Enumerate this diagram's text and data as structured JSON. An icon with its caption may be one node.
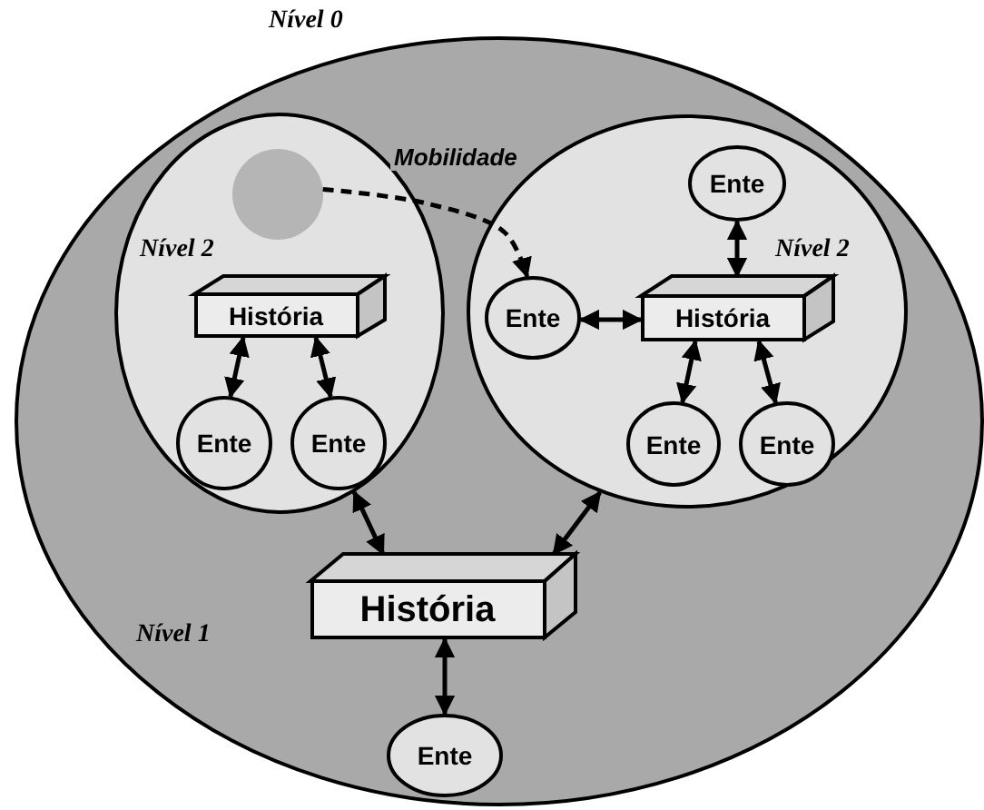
{
  "diagram": {
    "nodes": [
      {
        "text": [
          "Nível 1"
        ]
      },
      {
        "text": [
          "Nível 2"
        ],
        "in": 0
      },
      {
        "text": [],
        "shape": "circle",
        "in": 1
      },
      {
        "text": [
          "História"
        ],
        "in": 1
      },
      {
        "text": [
          "Ente"
        ],
        "in": 1
      },
      {
        "text": [
          "Ente"
        ],
        "in": 1
      },
      {
        "text": [
          "Nível 2"
        ],
        "in": 0
      },
      {
        "text": [
          "Ente"
        ],
        "in": 6
      },
      {
        "text": [
          "Ente"
        ],
        "in": 6
      },
      {
        "text": [
          "História"
        ],
        "in": 6
      },
      {
        "text": [
          "Ente"
        ],
        "in": 6
      },
      {
        "text": [
          "Ente"
        ],
        "in": 6
      },
      {
        "text": [
          "História"
        ],
        "in": 0
      },
      {
        "text": [
          "Ente"
        ],
        "in": 0
      }
    ],
    "edges": [
      {
        "from": 2,
        "to": 8,
        "arrow": "to",
        "style": "dashed",
        "label": "Mobilidade"
      },
      {
        "from": 3,
        "to": 4,
        "arrow": "both"
      },
      {
        "from": 3,
        "to": 5,
        "arrow": "both"
      },
      {
        "from": 7,
        "to": 9,
        "arrow": "both"
      },
      {
        "from": 8,
        "to": 9,
        "arrow": "both"
      },
      {
        "from": 9,
        "to": 10,
        "arrow": "both"
      },
      {
        "from": 9,
        "to": 11,
        "arrow": "both"
      },
      {
        "from": 1,
        "to": 12,
        "arrow": "both"
      },
      {
        "from": 6,
        "to": 12,
        "arrow": "both"
      },
      {
        "from": 12,
        "to": 13,
        "arrow": "both"
      }
    ],
    "labels": [
      "Nível 0"
    ]
  }
}
